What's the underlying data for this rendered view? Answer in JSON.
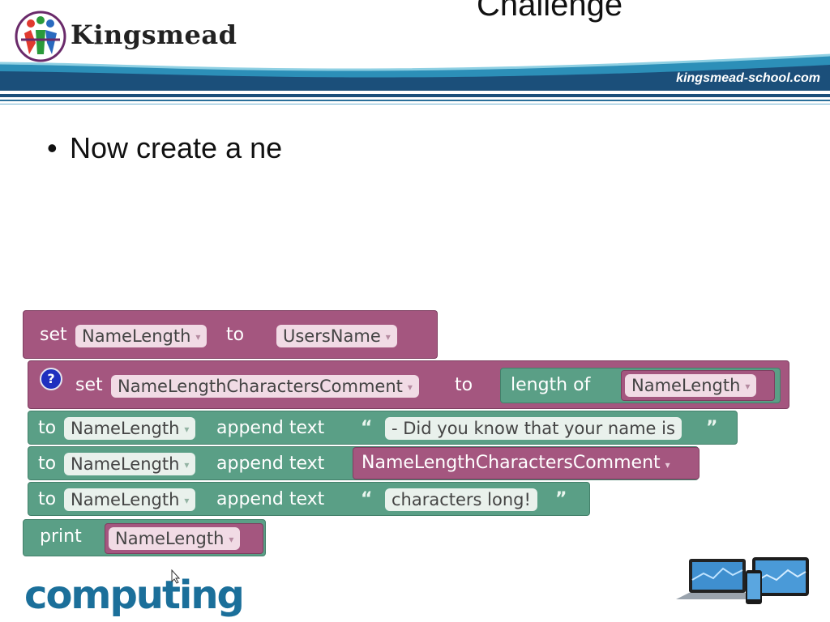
{
  "header": {
    "brand": "Kingsmead",
    "slide_title": "Challenge",
    "url": "kingsmead-school.com"
  },
  "bullets": [
    {
      "symbol": "•",
      "text": "Now create a ne"
    }
  ],
  "blocks": {
    "set1": {
      "keyword": "set",
      "variable": "NameLength",
      "to": "to",
      "value": "UsersName"
    },
    "set2": {
      "help": "?",
      "keyword": "set",
      "variable": "NameLengthCharactersComment",
      "to": "to",
      "func": "length of",
      "value": "NameLength"
    },
    "append1": {
      "to": "to",
      "variable": "NameLength",
      "action": "append text",
      "open_quote": "“",
      "text": "- Did you know that your name is",
      "close_quote": "”"
    },
    "append2": {
      "to": "to",
      "variable": "NameLength",
      "action": "append text",
      "value": "NameLengthCharactersComment"
    },
    "append3": {
      "to": "to",
      "variable": "NameLength",
      "action": "append text",
      "open_quote": "“",
      "text": "characters long!",
      "close_quote": "”"
    },
    "print": {
      "keyword": "print",
      "value": "NameLength"
    },
    "dropdown_arrow": "▾"
  },
  "footer": {
    "logo_text": "computing"
  },
  "colors": {
    "block_purple": "#a4567f",
    "block_teal": "#5a9f86",
    "banner_dark": "#1b4f7a",
    "banner_light": "#3aa4c8",
    "computing_blue": "#1b6f9a"
  }
}
